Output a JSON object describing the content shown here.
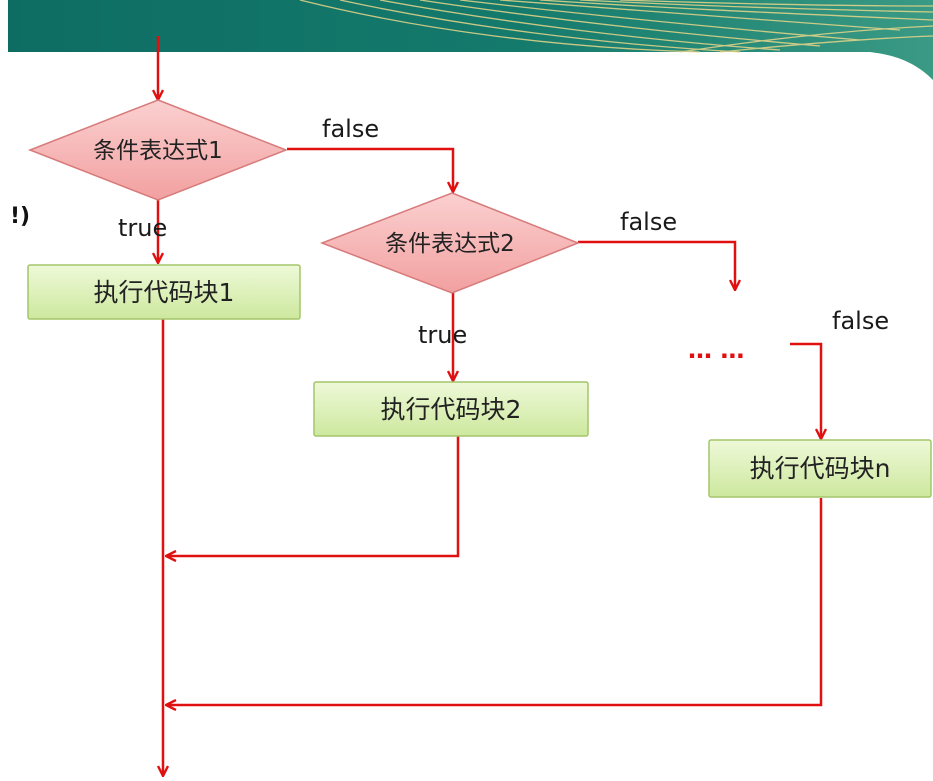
{
  "colors": {
    "arrow": "#e01010",
    "banner_dark": "#0e6d63",
    "banner_light": "#7fc7b2",
    "diamond_fill": "#f8b8b8",
    "diamond_stroke": "#d77a7a",
    "box_fill": "#dcf2b8",
    "box_stroke": "#a3c66a"
  },
  "left_edge_text": "!)",
  "decisions": [
    {
      "label": "条件表达式1"
    },
    {
      "label": "条件表达式2"
    }
  ],
  "blocks": [
    {
      "label": "执行代码块1"
    },
    {
      "label": "执行代码块2"
    },
    {
      "label": "执行代码块n"
    }
  ],
  "branch_labels": {
    "false_1": "false",
    "true_1": "true",
    "false_2": "false",
    "true_2": "true",
    "false_n": "false"
  },
  "ellipsis": "… …"
}
